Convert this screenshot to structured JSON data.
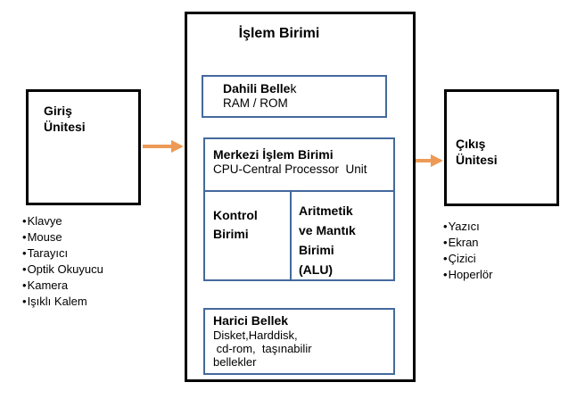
{
  "colors": {
    "background": "#FFFFFF",
    "outer_border": "#000000",
    "inner_border_blue": "#44699D",
    "arrow_orange": "#EC9A55",
    "text": "#000000"
  },
  "processing_unit": {
    "title": "İşlem Birimi",
    "internal_memory": {
      "title_bold": "Dahili Belle",
      "title_end": "k",
      "subtitle": "RAM / ROM"
    },
    "cpu": {
      "title": "Merkezi İşlem Birimi",
      "subtitle": "CPU-Central Processor  Unit",
      "control_unit": "Kontrol\nBirimi",
      "alu": "Aritmetik\nve Mantık\nBirimi\n(ALU)"
    },
    "external_memory": {
      "title": "Harici Bellek",
      "details": "Disket,Harddisk,\n cd-rom,  taşınabilir\nbellekler"
    }
  },
  "input_unit": {
    "title": "Giriş\nÜnitesi",
    "bullet": "•",
    "devices": [
      "Klavye",
      "Mouse",
      "Tarayıcı",
      "Optik Okuyucu",
      "Kamera",
      "Işıklı Kalem"
    ]
  },
  "output_unit": {
    "title": "Çıkış\nÜnitesi",
    "bullet": "•",
    "devices": [
      "Yazıcı",
      "Ekran",
      "Çizici",
      "Hoperlör"
    ]
  }
}
